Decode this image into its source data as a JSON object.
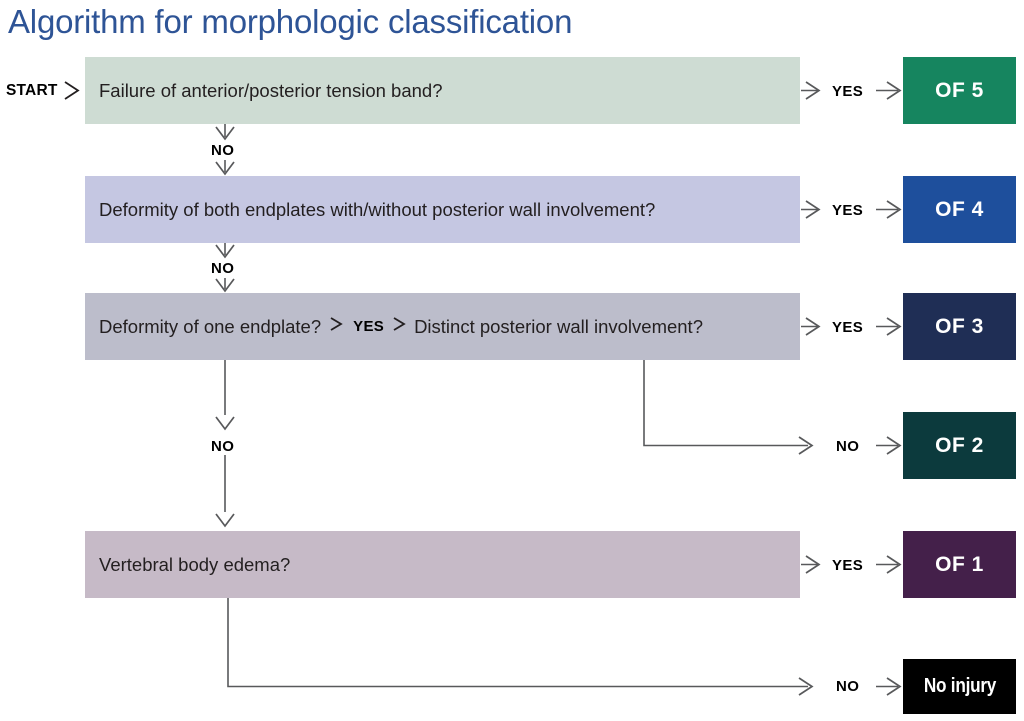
{
  "title": "Algorithm for morphologic classification",
  "start_label": "START",
  "labels": {
    "yes": "YES",
    "no": "NO"
  },
  "questions": [
    {
      "id": "q1",
      "text": "Failure of anterior/posterior tension band?",
      "fill": "#cedcd3",
      "yes_result": "OF 5",
      "no_target": "q2"
    },
    {
      "id": "q2",
      "text": "Deformity of both endplates with/without posterior wall involvement?",
      "fill": "#c5c7e2",
      "yes_result": "OF 4",
      "no_target": "q3"
    },
    {
      "id": "q3",
      "text": "Deformity of one endplate?",
      "inline_yes": "YES",
      "text2": "Distinct posterior wall involvement?",
      "fill": "#bcbdcb",
      "yes_result": "OF 3",
      "no_result": "OF 2",
      "no_target": "q4"
    },
    {
      "id": "q4",
      "text": "Vertebral body edema?",
      "fill": "#c6bac7",
      "yes_result": "OF 1",
      "no_result": "No injury"
    }
  ],
  "results": [
    {
      "id": "of5",
      "label": "OF 5",
      "fill": "#16855f",
      "text_color": "#ffffff"
    },
    {
      "id": "of4",
      "label": "OF 4",
      "fill": "#1e4f9c",
      "text_color": "#ffffff"
    },
    {
      "id": "of3",
      "label": "OF 3",
      "fill": "#1f2e55",
      "text_color": "#ffffff"
    },
    {
      "id": "of2",
      "label": "OF 2",
      "fill": "#0c3a3d",
      "text_color": "#ffffff"
    },
    {
      "id": "of1",
      "label": "OF 1",
      "fill": "#44204a",
      "text_color": "#ffffff"
    },
    {
      "id": "noinjury",
      "label": "No injury",
      "fill": "#000000",
      "text_color": "#ffffff"
    }
  ],
  "colors": {
    "title": "#2e5496",
    "connector": "#58595b",
    "question_text": "#231f20",
    "background": "#ffffff"
  }
}
